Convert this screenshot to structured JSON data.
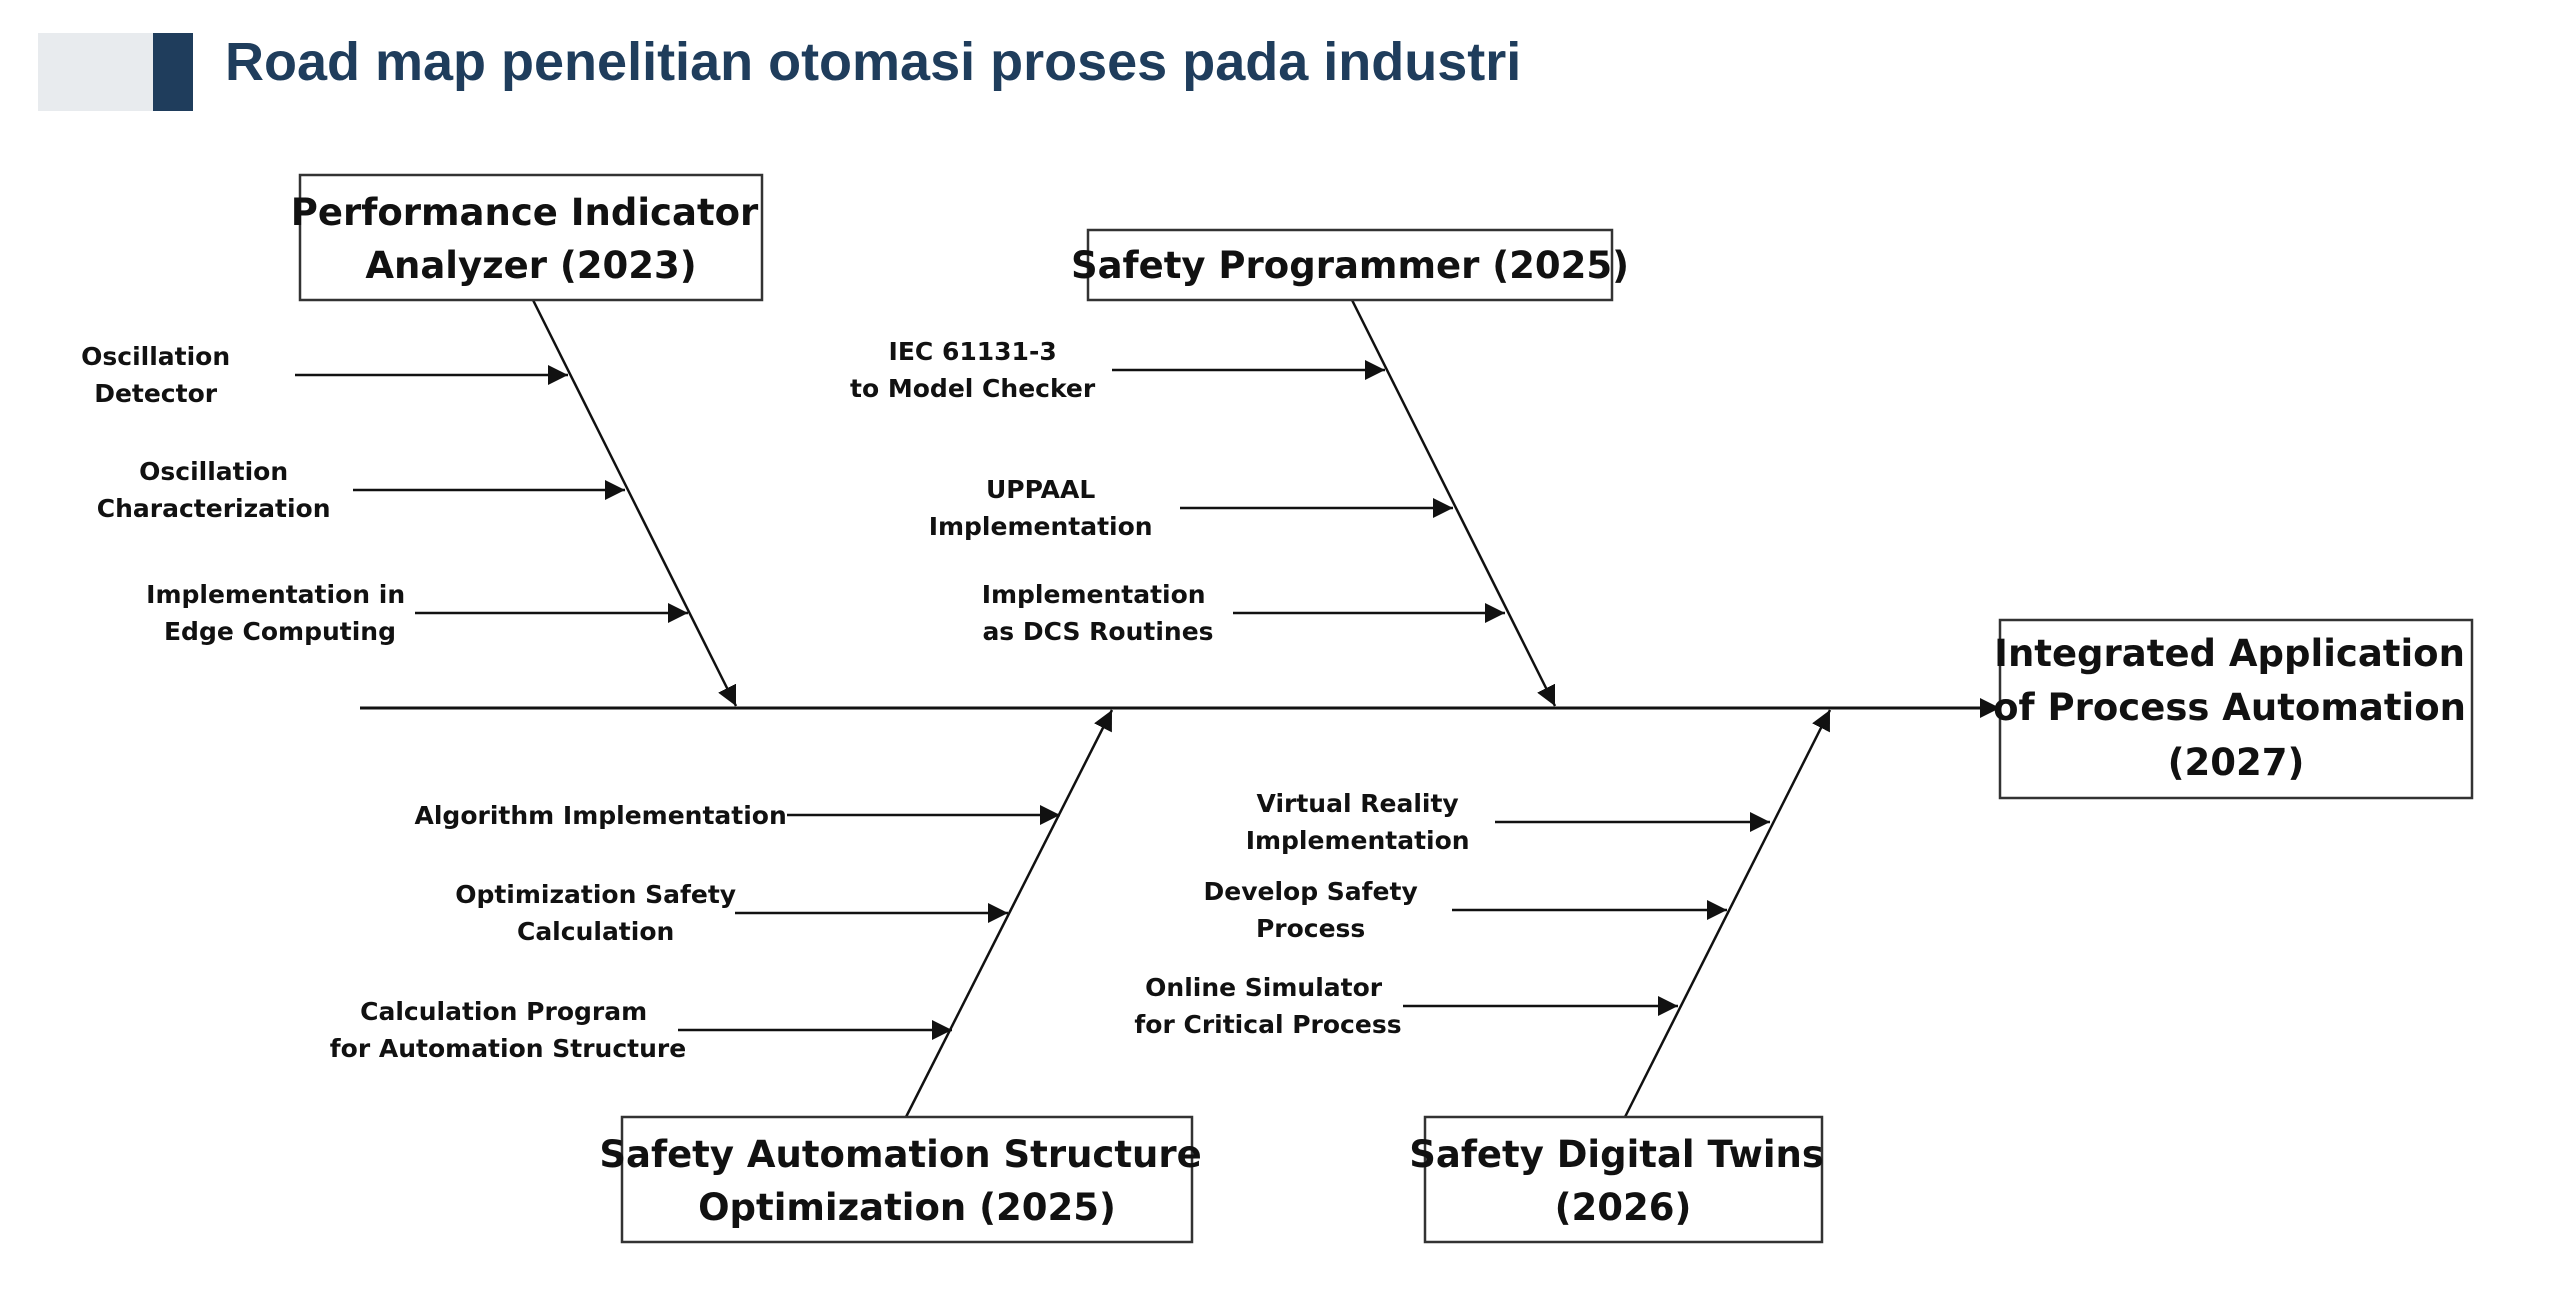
{
  "title": "Road map penelitian otomasi proses pada industri",
  "colors": {
    "title": "#1f3d5c",
    "accent_bar": "#1f3d5c",
    "accent_light": "#e8ebee",
    "line": "#111111"
  },
  "effect": {
    "lines": [
      "Integrated  Application",
      "of Process Automation",
      "(2027)"
    ]
  },
  "categories": [
    {
      "lines": [
        "Performance Indicator",
        "Analyzer (2023)"
      ],
      "causes": [
        [
          "Oscillation",
          "Detector"
        ],
        [
          "Oscillation",
          "Characterization"
        ],
        [
          "Implementation in",
          "Edge Computing"
        ]
      ]
    },
    {
      "lines": [
        "Safety Programmer (2025)"
      ],
      "causes": [
        [
          "IEC 61131-3",
          "to Model Checker"
        ],
        [
          "UPPAAL",
          "Implementation"
        ],
        [
          "Implementation",
          "as DCS Routines"
        ]
      ]
    },
    {
      "lines": [
        "Safety Automation Structure",
        "Optimization (2025)"
      ],
      "causes": [
        [
          "Algorithm Implementation"
        ],
        [
          "Optimization Safety",
          "Calculation"
        ],
        [
          "Calculation Program",
          "for Automation Structure"
        ]
      ]
    },
    {
      "lines": [
        "Safety Digital Twins",
        "(2026)"
      ],
      "causes": [
        [
          "Virtual Reality",
          "Implementation"
        ],
        [
          "Develop Safety",
          "Process"
        ],
        [
          "Online Simulator",
          "for Critical Process"
        ]
      ]
    }
  ]
}
